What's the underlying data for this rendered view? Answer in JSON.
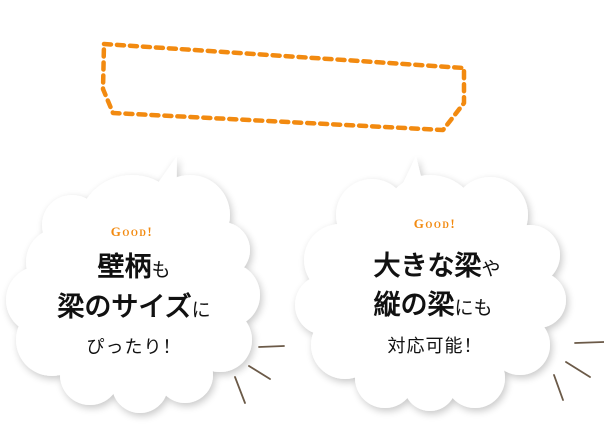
{
  "frame": {
    "label": "dashed-highlight-frame",
    "stroke_color": "#f28a10"
  },
  "bubbles": [
    {
      "badge": "Good!",
      "badge_color": "#f28a10",
      "lines": [
        {
          "strong": "壁柄",
          "soft": "も"
        },
        {
          "strong": "梁のサイズ",
          "soft": "に"
        },
        {
          "text": "ぴったり！"
        }
      ]
    },
    {
      "badge": "Good!",
      "badge_color": "#f28a10",
      "lines": [
        {
          "strong": "大きな梁",
          "soft": "や"
        },
        {
          "strong": "縦の梁",
          "soft": "にも"
        },
        {
          "text": "対応可能！"
        }
      ]
    }
  ],
  "colors": {
    "accent": "#f28a10",
    "text": "#111111",
    "emphasis_lines": "#6b5a48",
    "cloud": "#ffffff",
    "cloud_shadow": "#d9d9d9"
  }
}
